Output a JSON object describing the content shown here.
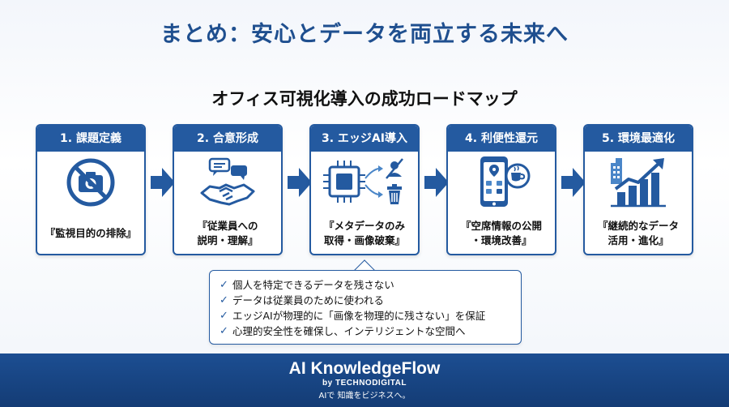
{
  "main_title": "まとめ：安心とデータを両立する未来へ",
  "subtitle": "オフィス可視化導入の成功ロードマップ",
  "steps": [
    {
      "title": "1. 課題定義",
      "text_line1": "『監視目的の排除』",
      "text_line2": "",
      "icon": "no-camera-icon"
    },
    {
      "title": "2. 合意形成",
      "text_line1": "『従業員への",
      "text_line2": "説明・理解』",
      "icon": "handshake-speech-icon"
    },
    {
      "title": "3. エッジAI導入",
      "text_line1": "『メタデータのみ",
      "text_line2": "取得・画像破棄』",
      "icon": "chip-trash-icon"
    },
    {
      "title": "4. 利便性還元",
      "text_line1": "『空席情報の公開",
      "text_line2": "・環境改善』",
      "icon": "smartphone-seats-icon"
    },
    {
      "title": "5. 環境最適化",
      "text_line1": "『継続的なデータ",
      "text_line2": "活用・進化』",
      "icon": "growth-chart-icon"
    }
  ],
  "checklist": [
    "個人を特定できるデータを残さない",
    "データは従業員のために使われる",
    "エッジAIが物理的に「画像を物理的に残さない」を保証",
    "心理的安全性を確保し、インテリジェントな空間へ"
  ],
  "footer": {
    "brand": "AI KnowledgeFlow",
    "byline": "by TECHNODIGITAL",
    "tagline": "AIで 知識をビジネスへ。"
  },
  "colors": {
    "accent": "#245aa0",
    "title": "#1f4f8f",
    "footer": "#1c4e92"
  }
}
